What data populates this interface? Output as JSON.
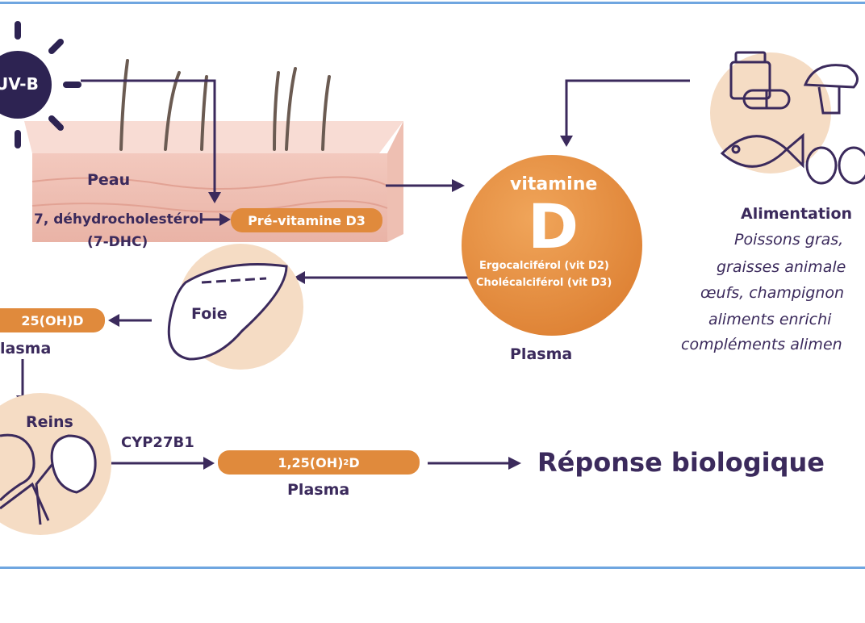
{
  "uvb": "UV-B",
  "skin": {
    "label": "Peau"
  },
  "dhc": {
    "line1": "7, déhydrocholestérol",
    "line2": "(7-DHC)"
  },
  "previt": "Pré-vitamine D3",
  "vitd": {
    "title": "vitamine",
    "letter": "D",
    "sub1": "Ergocalciférol (vit D2)",
    "sub2": "Cholécalciférol (vit D3)",
    "plasma": "Plasma"
  },
  "food": {
    "title": "Alimentation",
    "items": [
      "Poissons gras,",
      "graisses animale",
      "œufs, champignon",
      "aliments enrichi",
      "compléments alimen"
    ]
  },
  "liver": {
    "label": "Foie"
  },
  "calcidiol": {
    "label": "25(OH)D",
    "plasma": "lasma"
  },
  "kidney": {
    "label": "Reins"
  },
  "enzyme": "CYP27B1",
  "calcitriol": {
    "pre": "1,25(OH)",
    "sub": "2",
    "post": "D",
    "plasma": "Plasma"
  },
  "response": "Réponse biologique",
  "colors": {
    "orange": "#e08a3c",
    "purple": "#3b2a5c",
    "peach": "#f5dcc4",
    "frame": "#6fa6e0"
  }
}
